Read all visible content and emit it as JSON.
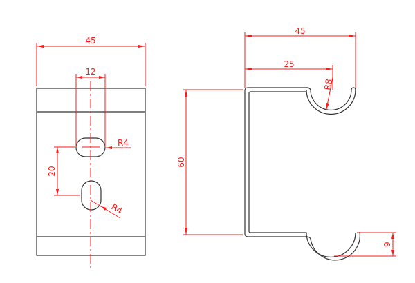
{
  "front_view": {
    "width_dim": "45",
    "slot_span_dim": "12",
    "slot_radius_top": "R4",
    "slot_spacing_dim": "20",
    "slot_radius_bottom": "R4"
  },
  "side_view": {
    "overall_width_dim": "45",
    "arc_center_dim": "25",
    "arc_radius": "R8",
    "height_dim": "60",
    "arc_depth_dim": "9"
  },
  "colors": {
    "dimension": "#ff1a1a",
    "outline": "#333333"
  }
}
